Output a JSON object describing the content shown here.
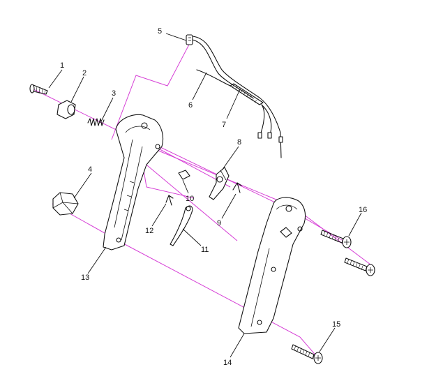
{
  "colors": {
    "alignment_line": "#d63fd6",
    "outline": "#111111",
    "background": "#ffffff"
  },
  "parts": [
    {
      "number": "1"
    },
    {
      "number": "2"
    },
    {
      "number": "3"
    },
    {
      "number": "4"
    },
    {
      "number": "5"
    },
    {
      "number": "6"
    },
    {
      "number": "7"
    },
    {
      "number": "8"
    },
    {
      "number": "9"
    },
    {
      "number": "10"
    },
    {
      "number": "11"
    },
    {
      "number": "12"
    },
    {
      "number": "13"
    },
    {
      "number": "14"
    },
    {
      "number": "15"
    },
    {
      "number": "16"
    }
  ]
}
